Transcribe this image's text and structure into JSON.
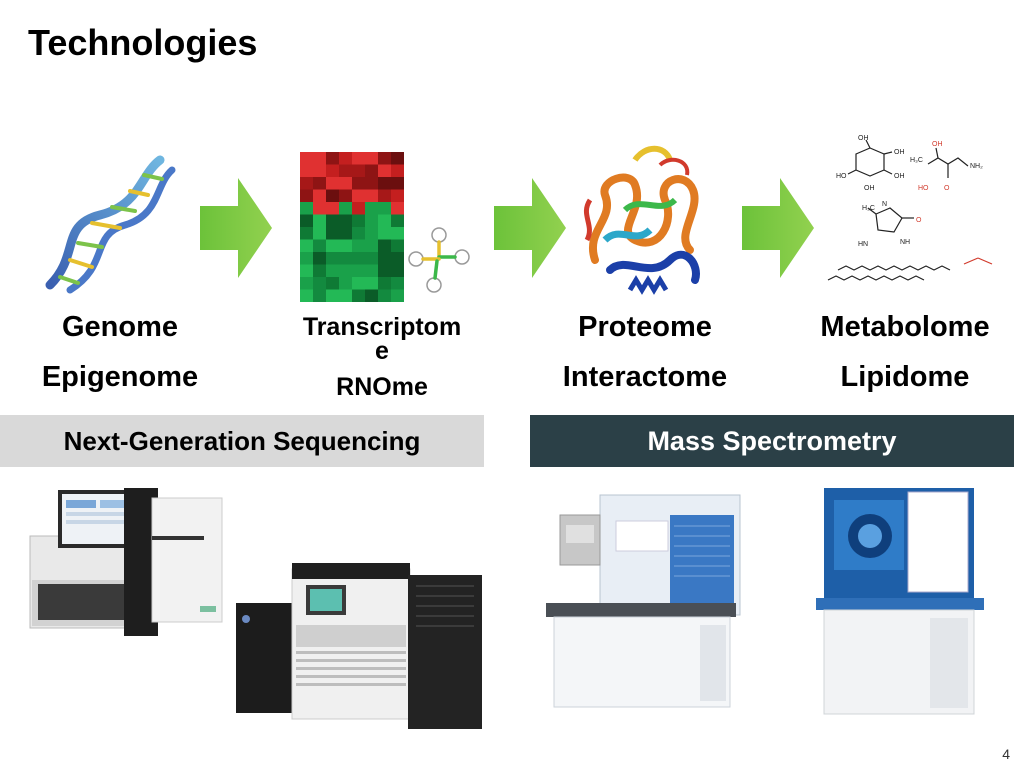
{
  "slide": {
    "title": "Technologies",
    "page_number": "4"
  },
  "omics": {
    "genome": {
      "line1": "Genome",
      "line2": "Epigenome"
    },
    "transcriptome": {
      "line1": "Transcriptom",
      "line2": "e",
      "line3": "RNOme"
    },
    "proteome": {
      "line1": "Proteome",
      "line2": "Interactome"
    },
    "metabolome": {
      "line1": "Metabolome",
      "line2": "Lipidome"
    }
  },
  "bars": {
    "ngs": {
      "label": "Next-Generation Sequencing",
      "color": "#d9d9d9"
    },
    "ms": {
      "label": "Mass Spectrometry",
      "color": "#2b4047"
    }
  },
  "molecules": {
    "oh": "OH",
    "nh2": "NH₂",
    "h3c": "H₃C",
    "o": "O",
    "n": "N",
    "hn": "HN",
    "nh": "NH",
    "ho": "HO"
  },
  "icons": [
    "dna-helix-icon",
    "heatmap-icon",
    "rna-structure-icon",
    "protein-structure-icon",
    "molecule-structures-icon",
    "sequencer-machine-icon",
    "mass-spectrometer-icon",
    "arrow-icon"
  ]
}
